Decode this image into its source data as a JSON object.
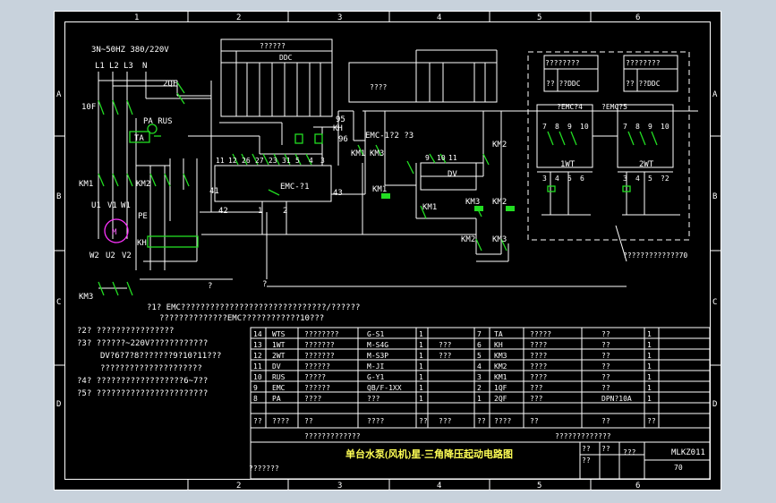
{
  "grid": {
    "cols": [
      "1",
      "2",
      "3",
      "4",
      "5",
      "6"
    ],
    "rows": [
      "A",
      "B",
      "C",
      "D"
    ]
  },
  "supply": {
    "spec": "3N~50HZ 380/220V",
    "phases": [
      "L1",
      "L2",
      "L3",
      "N"
    ]
  },
  "labels": {
    "qf2": "2QF",
    "qf1": "10F",
    "pa_rus": "PA RUS",
    "ta": "TA",
    "km1": "KM1",
    "km2": "KM2",
    "km3": "KM3",
    "kh": "KH",
    "pe": "PE",
    "motor": "M",
    "u1": "U1",
    "v1": "V1",
    "w1": "W1",
    "w2": "W2",
    "u2": "U2",
    "v2": "V2",
    "emc1": "EMC-?1",
    "emc2": "EMC-1?2 ?3",
    "dv": "DV",
    "emc4": "?EMC?4",
    "emc5": "?EMC?5",
    "wt1": "1WT",
    "wt2": "2WT",
    "kh95": "95",
    "kh96": "96",
    "khlabel": "KH",
    "t41": "41",
    "t42": "42",
    "t43": "43",
    "t1": "1",
    "t2": "2",
    "q1": "?",
    "q2": "?"
  },
  "terminals": {
    "emc1": [
      "11",
      "12",
      "26",
      "27",
      "23",
      "31",
      "5",
      "4",
      "3"
    ],
    "dvrow": [
      "9",
      "10",
      "11"
    ],
    "wt1": [
      "7",
      "8",
      "9",
      "10"
    ],
    "wt2": [
      "7",
      "8",
      "9",
      "10"
    ],
    "wt1b": [
      "3",
      "4",
      "5",
      "6"
    ],
    "wt2b": [
      "3",
      "4",
      "5",
      "?2"
    ]
  },
  "ddc": {
    "title": "DDC",
    "header": "??????",
    "left": "????"
  },
  "ddc_boxes": {
    "a": "????????",
    "b": "????????",
    "a_sub": "?? ??DDC",
    "b_sub": "?? ??DDC"
  },
  "bottom_note": "?????????????70",
  "notes": [
    "?1? EMC??????????????????????????????/??????",
    "??????????????EMC????????????10???",
    "?2? ????????????????",
    "?3? ??????~220V????????????",
    "DV?6?7?8???????9?10?11???",
    "?????????????????????",
    "?4? ??????????????????6~7??",
    "?5? ???????????????????????"
  ],
  "bom": {
    "left": [
      [
        "14",
        "WTS",
        "????????",
        "G-S1",
        "1",
        ""
      ],
      [
        "13",
        "1WT",
        "???????",
        "M-S4G",
        "1",
        "???"
      ],
      [
        "12",
        "2WT",
        "???????",
        "M-S3P",
        "1",
        "???"
      ],
      [
        "11",
        "DV",
        "??????",
        "M-JI",
        "1",
        ""
      ],
      [
        "10",
        "RUS",
        "?????",
        "G-Y1",
        "1",
        ""
      ],
      [
        "9",
        "EMC",
        "??????",
        "QB/F-1XX",
        "1",
        ""
      ],
      [
        "8",
        "PA",
        "????",
        "???",
        "1",
        ""
      ]
    ],
    "right": [
      [
        "7",
        "TA",
        "?????",
        "??",
        "1"
      ],
      [
        "6",
        "KH",
        "????",
        "??",
        "1"
      ],
      [
        "5",
        "KM3",
        "????",
        "??",
        "1"
      ],
      [
        "4",
        "KM2",
        "????",
        "??",
        "1"
      ],
      [
        "3",
        "KM1",
        "????",
        "??",
        "1"
      ],
      [
        "2",
        "1QF",
        "???",
        "??",
        "1"
      ],
      [
        "1",
        "2QF",
        "???",
        "DPN?10A",
        "1"
      ]
    ],
    "header_left": [
      "??",
      "????",
      "??",
      "????",
      "??",
      "???"
    ],
    "header_right": [
      "??",
      "????",
      "??",
      "??",
      "??"
    ],
    "footer_left": "?????????????",
    "footer_right": "?????????????"
  },
  "title_block": {
    "title": "单台水泵(风机)星-三角降压起动电路图",
    "code": "MLKZ011",
    "page": "70",
    "cells": [
      "??",
      "??",
      "???",
      "??"
    ],
    "bottom": "???????"
  }
}
